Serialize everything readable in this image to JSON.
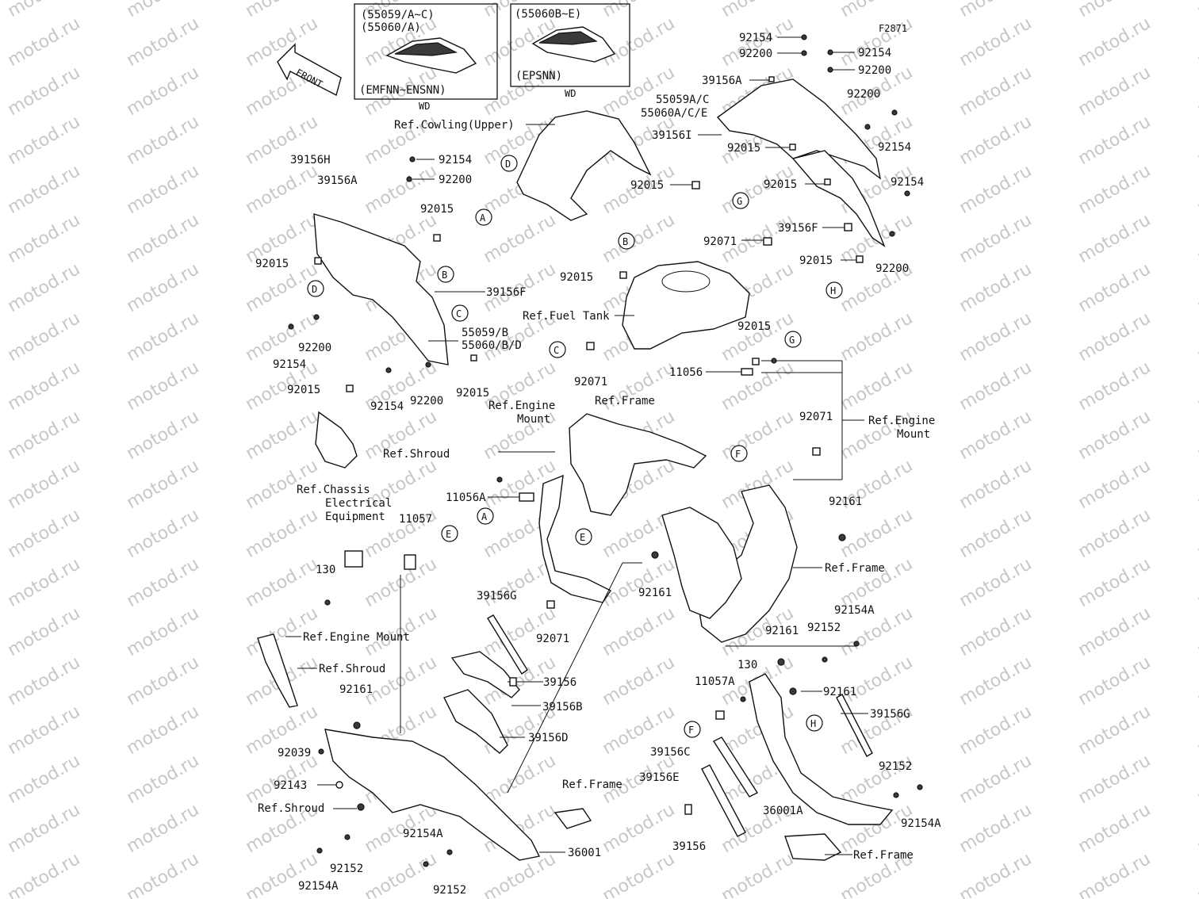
{
  "watermark": "motod.ru",
  "figure_id": "F2871",
  "inset_left": {
    "codes": "(55059/A~C)",
    "codes2": "(55060/A)",
    "variant": "(EMFNN~ENSNN)",
    "tag": "WD"
  },
  "inset_right": {
    "codes": "(55060B~E)",
    "variant": "(EPSNN)",
    "tag": "WD"
  },
  "front_arrow": "FRONT",
  "labels": {
    "l_92154_a": "92154",
    "l_92200_a": "92200",
    "l_92154_b": "92154",
    "l_92200_b": "92200",
    "l_39156A_a": "39156A",
    "l_55059AC": "55059A/C",
    "l_55060ACE": "55060A/C/E",
    "l_39156I": "39156I",
    "l_92015_a": "92015",
    "l_92200_c": "92200",
    "l_92154_c": "92154",
    "l_92154_d": "92154",
    "l_92015_b": "92015",
    "l_39156F_a": "39156F",
    "l_92015_c": "92015",
    "l_92200_d": "92200",
    "l_ref_cowling": "Ref.Cowling(Upper)",
    "l_39156H": "39156H",
    "l_39156A_b": "39156A",
    "l_92154_e": "92154",
    "l_92200_e": "92200",
    "l_92015_d": "92015",
    "l_92015_e": "92015",
    "l_39156F_b": "39156F",
    "l_55059B": "55059/B",
    "l_55060BD": "55060/B/D",
    "l_92200_f": "92200",
    "l_92154_f": "92154",
    "l_92015_f": "92015",
    "l_92154_g": "92154",
    "l_92200_g": "92200",
    "l_92015_g": "92015",
    "l_ref_shroud_a": "Ref.Shroud",
    "l_92015_h": "92015",
    "l_92015_i": "92015",
    "l_92071_a": "92071",
    "l_ref_fuel_tank": "Ref.Fuel Tank",
    "l_92071_b": "92071",
    "l_92015_j": "92015",
    "l_11056": "11056",
    "l_ref_engine_mount_a1": "Ref.Engine",
    "l_ref_engine_mount_a2": "Mount",
    "l_ref_frame_a": "Ref.Frame",
    "l_92071_c": "92071",
    "l_ref_engine_mount_b1": "Ref.Engine",
    "l_ref_engine_mount_b2": "Mount",
    "l_11056A": "11056A",
    "l_ref_chassis1": "Ref.Chassis",
    "l_ref_chassis2": "Electrical",
    "l_ref_chassis3": "Equipment",
    "l_11057": "11057",
    "l_130_a": "130",
    "l_92161_a": "92161",
    "l_ref_frame_b": "Ref.Frame",
    "l_92161_b": "92161",
    "l_39156G_a": "39156G",
    "l_92071_d": "92071",
    "l_ref_engine_mount_c": "Ref.Engine Mount",
    "l_ref_shroud_b": "Ref.Shroud",
    "l_92161_c": "92161",
    "l_92039": "92039",
    "l_92143": "92143",
    "l_ref_shroud_c": "Ref.Shroud",
    "l_39156_a": "39156",
    "l_39156B": "39156B",
    "l_39156D": "39156D",
    "l_ref_frame_c": "Ref.Frame",
    "l_36001": "36001",
    "l_92154A_a": "92154A",
    "l_92152_a": "92152",
    "l_92154A_b": "92154A",
    "l_92152_b": "92152",
    "l_92154A_c": "92154A",
    "l_92161_d": "92161",
    "l_92152_c": "92152",
    "l_130_b": "130",
    "l_11057A": "11057A",
    "l_92161_e": "92161",
    "l_39156G_b": "39156G",
    "l_39156C": "39156C",
    "l_39156E": "39156E",
    "l_92152_d": "92152",
    "l_36001A": "36001A",
    "l_92154A_d": "92154A",
    "l_39156_b": "39156",
    "l_ref_frame_d": "Ref.Frame"
  },
  "callouts": {
    "c_A1": "A",
    "c_B1": "B",
    "c_C1": "C",
    "c_D1": "D",
    "c_D2": "D",
    "c_G1": "G",
    "c_H1": "H",
    "c_B2": "B",
    "c_C2": "C",
    "c_G2": "G",
    "c_F1": "F",
    "c_A2": "A",
    "c_E1": "E",
    "c_E2": "E",
    "c_F2": "F",
    "c_H2": "H"
  }
}
